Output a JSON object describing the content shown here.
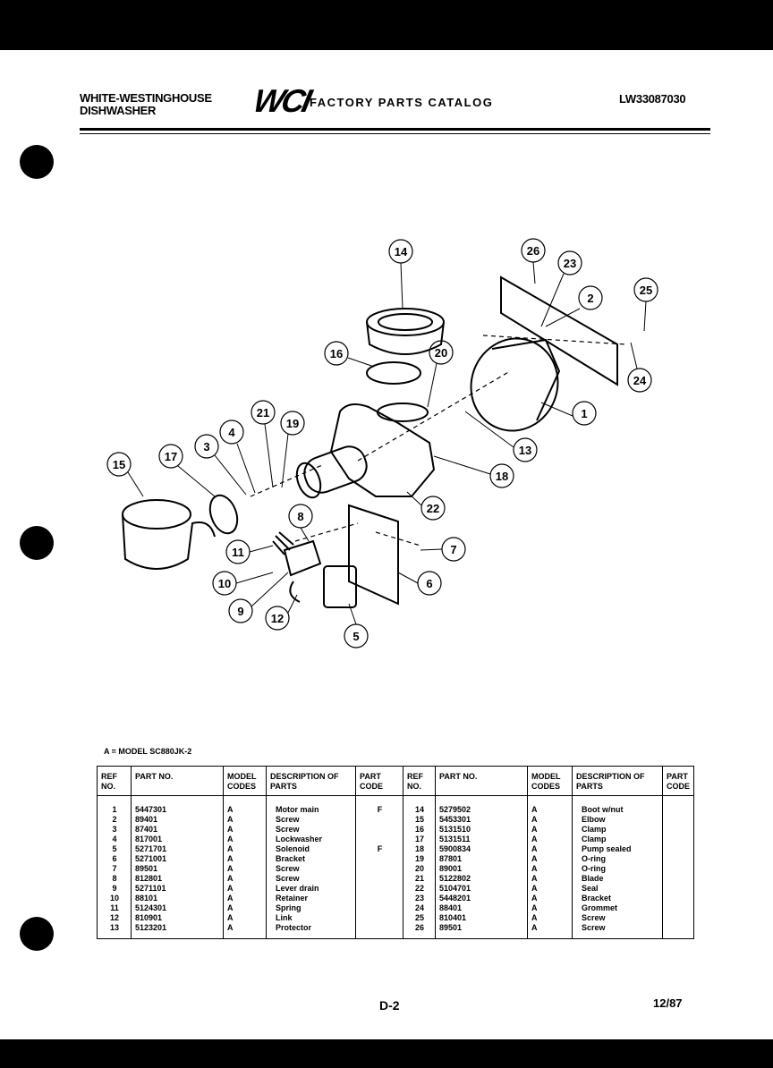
{
  "header": {
    "brand_line1": "WHITE-WESTINGHOUSE",
    "brand_line2": "DISHWASHER",
    "logo": "WCI",
    "catalog_title": "FACTORY PARTS CATALOG",
    "doc_number": "LW33087030"
  },
  "diagram": {
    "callouts": [
      "1",
      "2",
      "3",
      "4",
      "5",
      "6",
      "7",
      "8",
      "9",
      "10",
      "11",
      "12",
      "13",
      "14",
      "15",
      "16",
      "17",
      "18",
      "19",
      "20",
      "21",
      "22",
      "23",
      "24",
      "25",
      "26"
    ]
  },
  "legend": "A = MODEL SC880JK-2",
  "table": {
    "headers": {
      "ref": "REF NO.",
      "part": "PART NO.",
      "model": "MODEL CODES",
      "desc": "DESCRIPTION OF PARTS",
      "code": "PART CODE"
    },
    "rows": [
      {
        "left": {
          "ref": "1",
          "part": "5447301",
          "model": "A",
          "desc": "Motor main",
          "code": "F"
        },
        "right": {
          "ref": "14",
          "part": "5279502",
          "model": "A",
          "desc": "Boot w/nut",
          "code": ""
        }
      },
      {
        "left": {
          "ref": "2",
          "part": "89401",
          "model": "A",
          "desc": "Screw",
          "code": ""
        },
        "right": {
          "ref": "15",
          "part": "5453301",
          "model": "A",
          "desc": "Elbow",
          "code": ""
        }
      },
      {
        "left": {
          "ref": "3",
          "part": "87401",
          "model": "A",
          "desc": "Screw",
          "code": ""
        },
        "right": {
          "ref": "16",
          "part": "5131510",
          "model": "A",
          "desc": "Clamp",
          "code": ""
        }
      },
      {
        "left": {
          "ref": "4",
          "part": "817001",
          "model": "A",
          "desc": "Lockwasher",
          "code": ""
        },
        "right": {
          "ref": "17",
          "part": "5131511",
          "model": "A",
          "desc": "Clamp",
          "code": ""
        }
      },
      {
        "left": {
          "ref": "5",
          "part": "5271701",
          "model": "A",
          "desc": "Solenoid",
          "code": "F"
        },
        "right": {
          "ref": "18",
          "part": "5900834",
          "model": "A",
          "desc": "Pump sealed",
          "code": ""
        }
      },
      {
        "left": {
          "ref": "6",
          "part": "5271001",
          "model": "A",
          "desc": "Bracket",
          "code": ""
        },
        "right": {
          "ref": "19",
          "part": "87801",
          "model": "A",
          "desc": "O-ring",
          "code": ""
        }
      },
      {
        "left": {
          "ref": "7",
          "part": "89501",
          "model": "A",
          "desc": "Screw",
          "code": ""
        },
        "right": {
          "ref": "20",
          "part": "89001",
          "model": "A",
          "desc": "O-ring",
          "code": ""
        }
      },
      {
        "left": {
          "ref": "8",
          "part": "812801",
          "model": "A",
          "desc": "Screw",
          "code": ""
        },
        "right": {
          "ref": "21",
          "part": "5122802",
          "model": "A",
          "desc": "Blade",
          "code": ""
        }
      },
      {
        "left": {
          "ref": "9",
          "part": "5271101",
          "model": "A",
          "desc": "Lever drain",
          "code": ""
        },
        "right": {
          "ref": "22",
          "part": "5104701",
          "model": "A",
          "desc": "Seal",
          "code": ""
        }
      },
      {
        "left": {
          "ref": "10",
          "part": "88101",
          "model": "A",
          "desc": "Retainer",
          "code": ""
        },
        "right": {
          "ref": "23",
          "part": "5448201",
          "model": "A",
          "desc": "Bracket",
          "code": ""
        }
      },
      {
        "left": {
          "ref": "11",
          "part": "5124301",
          "model": "A",
          "desc": "Spring",
          "code": ""
        },
        "right": {
          "ref": "24",
          "part": "88401",
          "model": "A",
          "desc": "Grommet",
          "code": ""
        }
      },
      {
        "left": {
          "ref": "12",
          "part": "810901",
          "model": "A",
          "desc": "Link",
          "code": ""
        },
        "right": {
          "ref": "25",
          "part": "810401",
          "model": "A",
          "desc": "Screw",
          "code": ""
        }
      },
      {
        "left": {
          "ref": "13",
          "part": "5123201",
          "model": "A",
          "desc": "Protector",
          "code": ""
        },
        "right": {
          "ref": "26",
          "part": "89501",
          "model": "A",
          "desc": "Screw",
          "code": ""
        }
      }
    ]
  },
  "footer": {
    "page": "D-2",
    "date": "12/87"
  }
}
